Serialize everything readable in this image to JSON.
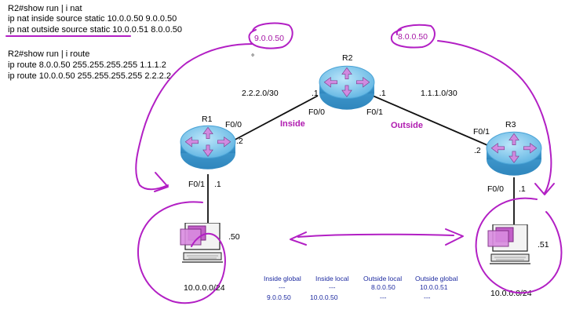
{
  "cli": {
    "line1": "R2#show run | i nat",
    "line2": "ip nat inside source static 10.0.0.50 9.0.0.50",
    "line3": "ip nat outside source static 10.0.0.51 8.0.0.50",
    "line4": "R2#show run | i route",
    "line5": "ip route 8.0.0.50 255.255.255.255 1.1.1.2",
    "line6": "ip route 10.0.0.50 255.255.255.255 2.2.2.2"
  },
  "routers": {
    "r1": "R1",
    "r2": "R2",
    "r3": "R3"
  },
  "links": {
    "left_subnet": "2.2.2.0/30",
    "right_subnet": "1.1.1.0/30",
    "r2_left_host": ".1",
    "r2_right_host": ".1",
    "r2_left_if": "F0/0",
    "r2_right_if": "F0/1",
    "r1_up_if": "F0/0",
    "r1_up_host": ".2",
    "r1_down_if": "F0/1",
    "r1_down_host": ".1",
    "r3_up_if": "F0/1",
    "r3_up_host": ".2",
    "r3_down_if": "F0/0",
    "r3_down_host": ".1"
  },
  "zones": {
    "inside": "Inside",
    "outside": "Outside"
  },
  "hosts": {
    "left_addr": ".50",
    "left_net": "10.0.0.0/24",
    "right_addr": ".51",
    "right_net": "10.0.0.0/24"
  },
  "annotations": {
    "left_ip": "9.0.0.50",
    "right_ip": "8.0.0.50",
    "dot": "°"
  },
  "nat_table": {
    "headers": [
      "Inside global",
      "Inside local",
      "Outside local",
      "Outside global"
    ],
    "row1": [
      "---",
      "---",
      "8.0.0.50",
      "10.0.0.51"
    ],
    "row2": [
      "9.0.0.50",
      "10.0.0.50",
      "---",
      "---"
    ]
  },
  "colors": {
    "ink": "#b21fc4",
    "zone_text": "#b01bb0",
    "router_fill": "#7fc8ec",
    "router_arrow": "#d08ae0",
    "nat_text": "#1d2aa0"
  },
  "icons": [
    "router-icon",
    "computer-icon"
  ]
}
